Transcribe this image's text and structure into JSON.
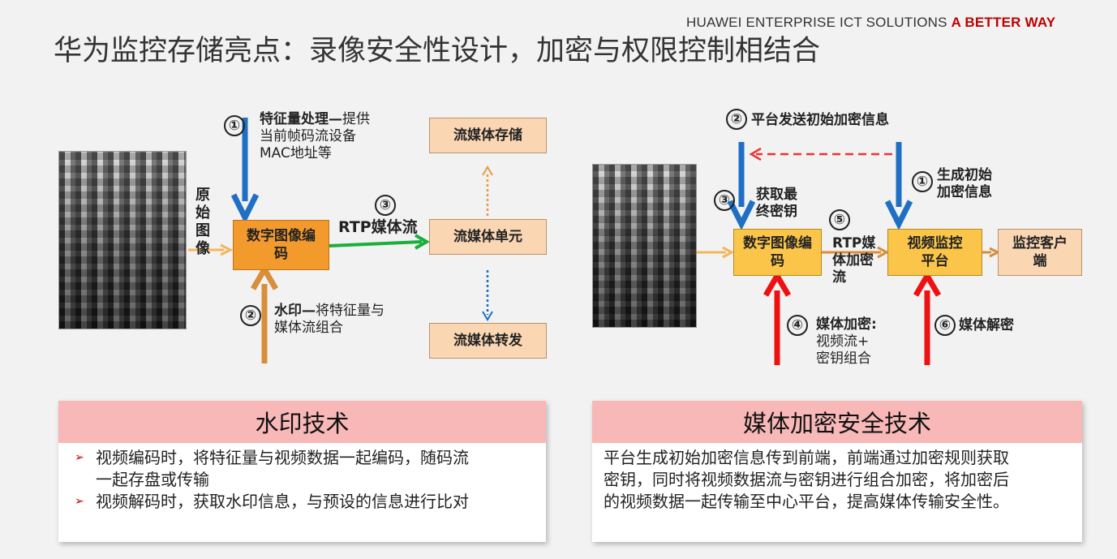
{
  "header": {
    "brand_main": "HUAWEI ENTERPRISE ICT SOLUTIONS",
    "brand_accent": "A BETTER WAY",
    "title": "华为监控存储亮点：录像安全性设计，加密与权限控制相结合"
  },
  "left_diagram": {
    "input_label": "原始图像",
    "encoder_box": "数字图像编码",
    "step1": {
      "num": "①",
      "bold": "特征量处理—",
      "text1": "提供",
      "text2": "当前帧码流设备",
      "text3": "MAC地址等"
    },
    "step2": {
      "num": "②",
      "bold": "水印—",
      "text1": "将特征量与",
      "text2": "媒体流组合"
    },
    "step3": {
      "num": "③",
      "label": "RTP媒体流"
    },
    "unit_box": "流媒体单元",
    "storage_box": "流媒体存储",
    "forward_box": "流媒体转发"
  },
  "right_diagram": {
    "encoder_box": "数字图像编码",
    "platform_box": "视频监控平台",
    "client_box": "监控客户端",
    "step1": {
      "num": "①",
      "text1": "生成初始",
      "text2": "加密信息"
    },
    "step2": {
      "num": "②",
      "text": "平台发送初始加密信息"
    },
    "step3": {
      "num": "③",
      "text1": "获取最",
      "text2": "终密钥"
    },
    "step4": {
      "num": "④",
      "bold": "媒体加密:",
      "text1": "视频流+",
      "text2": "密钥组合"
    },
    "step5": {
      "num": "⑤",
      "text1": "RTP媒",
      "text2": "体加密",
      "text3": "流"
    },
    "step6": {
      "num": "⑥",
      "text": "媒体解密"
    }
  },
  "panels": {
    "watermark": {
      "title": "水印技术",
      "bullet_mark": "➢",
      "bullets": [
        {
          "line1": "视频编码时，将特征量与视频数据一起编码，随码流",
          "line2": "一起存盘或传输"
        },
        {
          "line1": "视频解码时，获取水印信息，与预设的信息进行比对"
        }
      ]
    },
    "encryption": {
      "title": "媒体加密安全技术",
      "line1": "平台生成初始加密信息传到前端，前端通过加密规则获取",
      "line2": "密钥，同时将视频数据流与密钥进行组合加密，将加密后",
      "line3": "的视频数据一起传输至中心平台，提高媒体传输安全性。"
    }
  },
  "colors": {
    "brand_accent": "#c00000",
    "arrow_blue": "#1f6fc4",
    "arrow_orange": "#d88e3a",
    "arrow_green": "#1aae3c",
    "arrow_red": "#ee1111",
    "panel_header": "#f8b8b8"
  }
}
